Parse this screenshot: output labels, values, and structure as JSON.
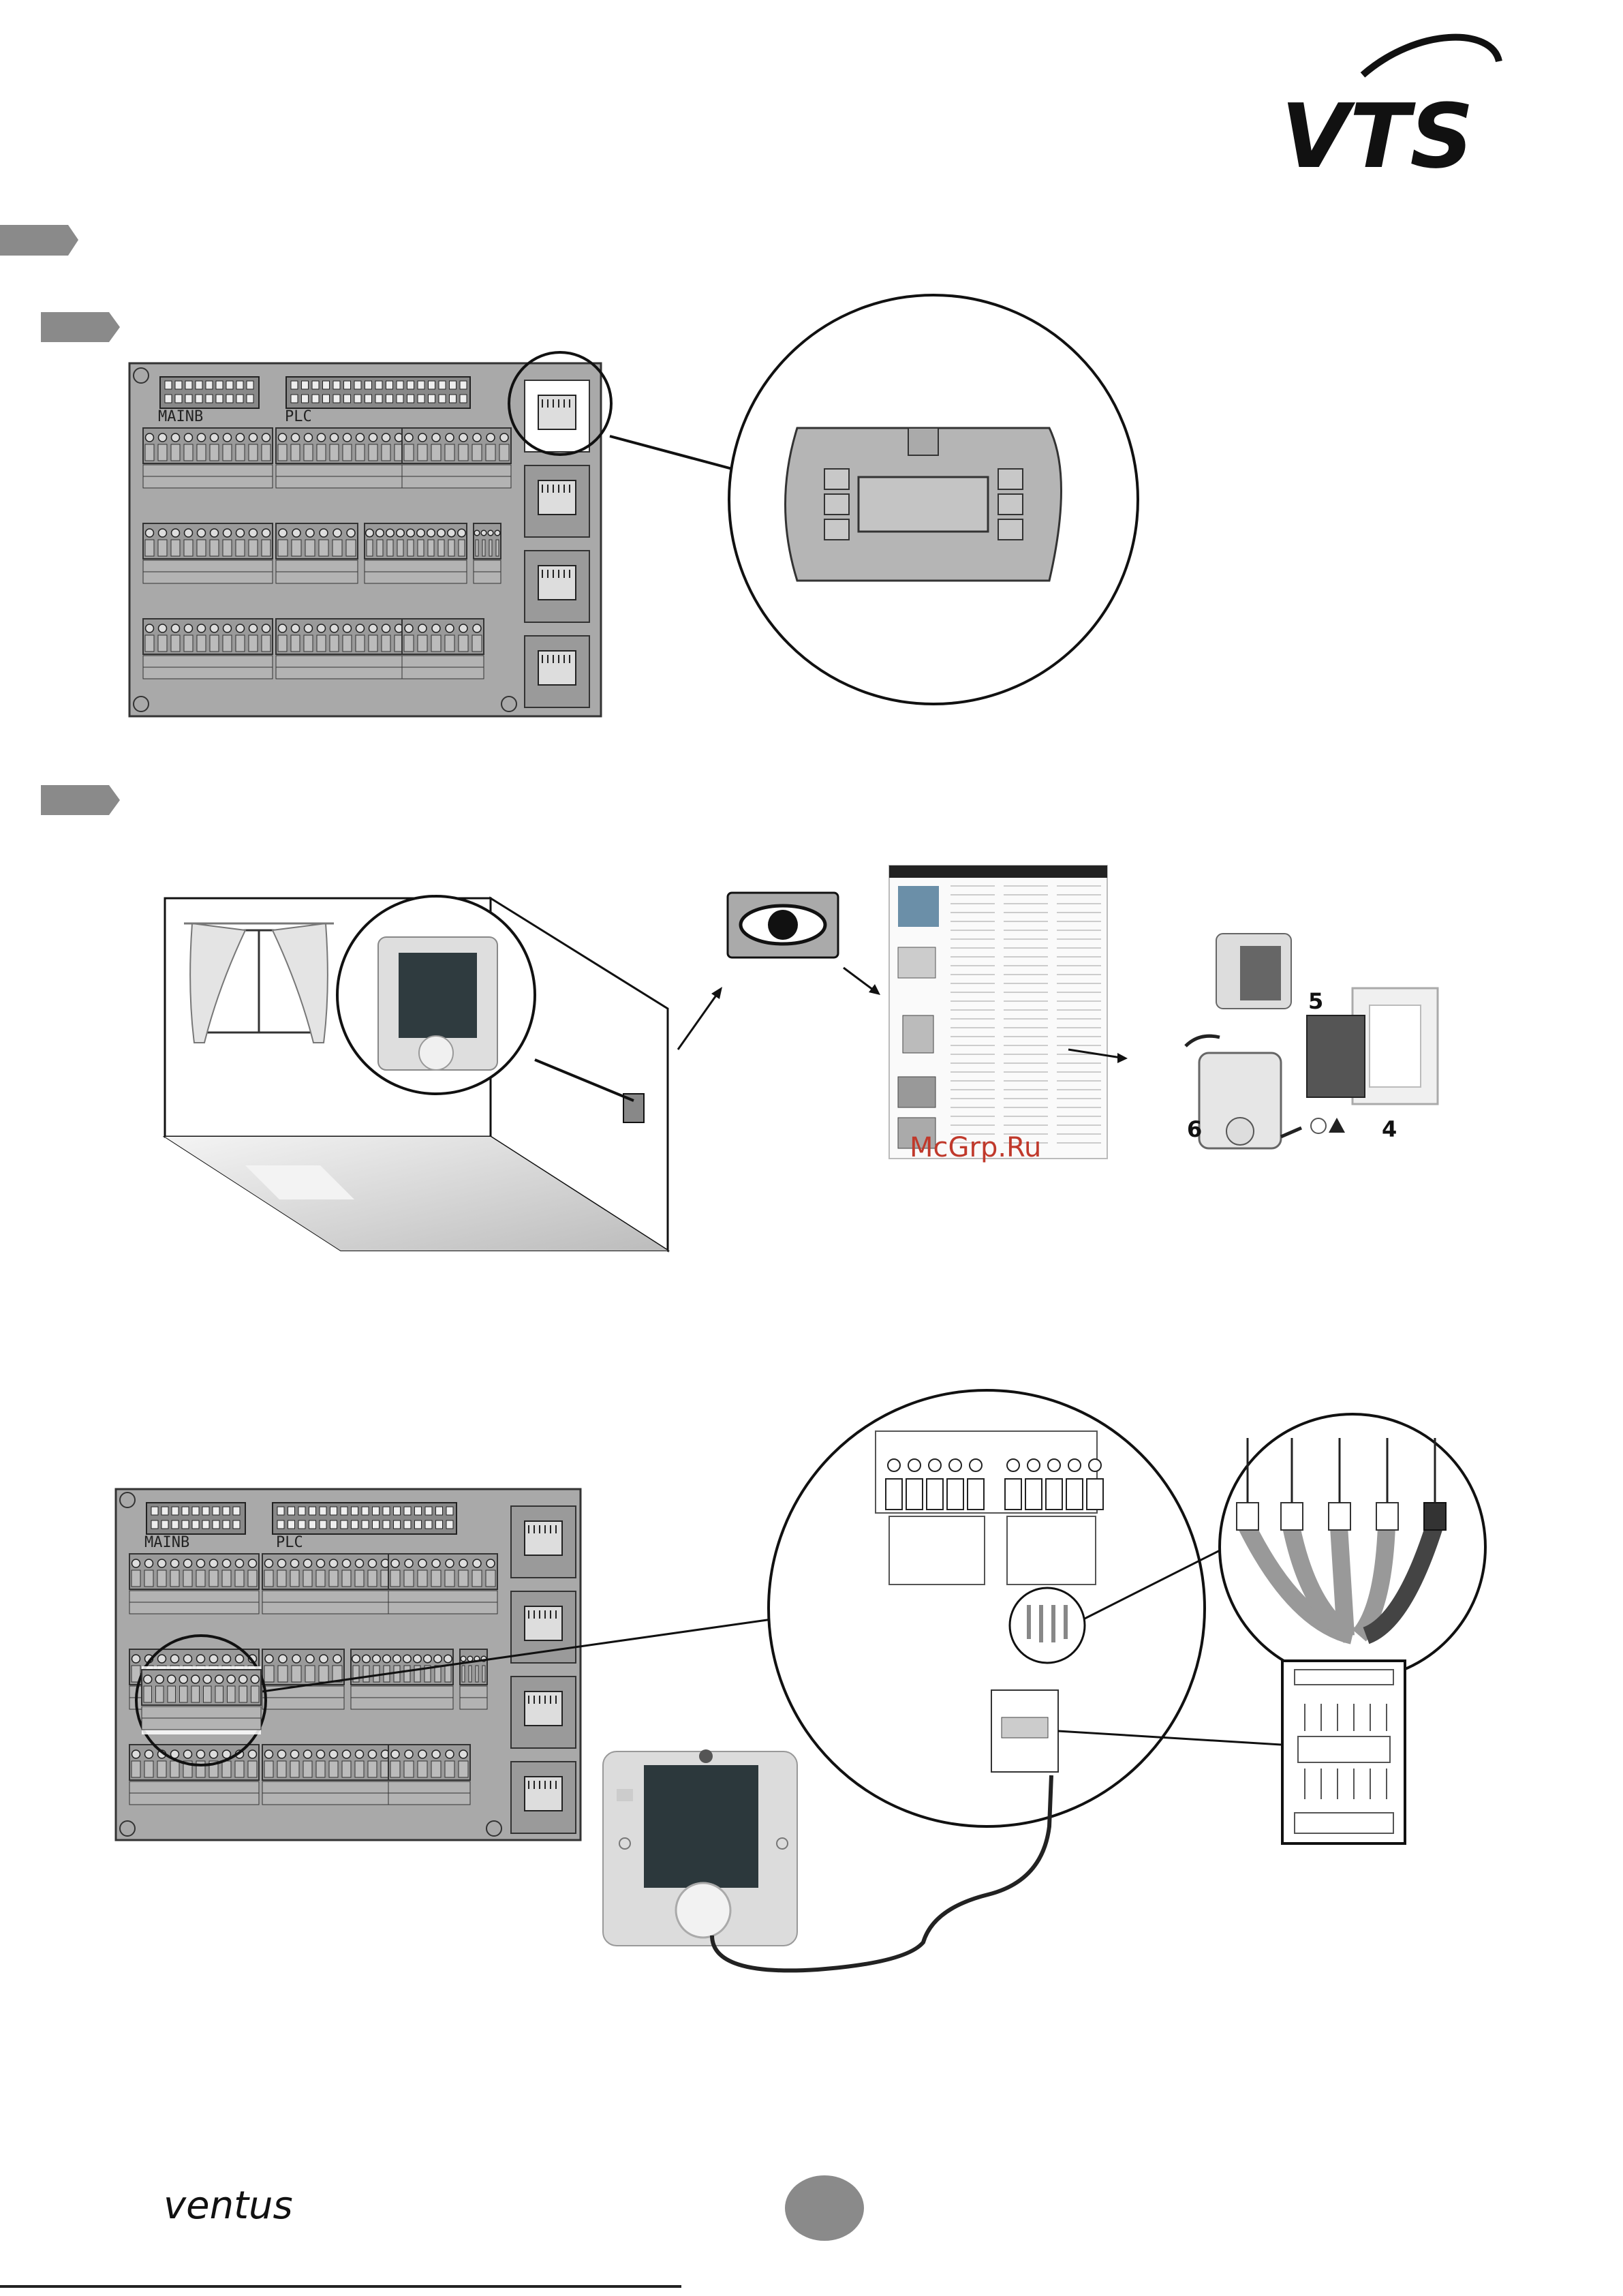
{
  "brand": {
    "logo_text": "VTS",
    "footer_logo_text": "ventus"
  },
  "board_top": {
    "labels": [
      "MAINB",
      "PLC"
    ]
  },
  "board_bottom": {
    "labels": [
      "MAINB",
      "PLC"
    ]
  },
  "watermark": "McGrp.Ru",
  "install_steps": [
    "5",
    "4",
    "6"
  ]
}
